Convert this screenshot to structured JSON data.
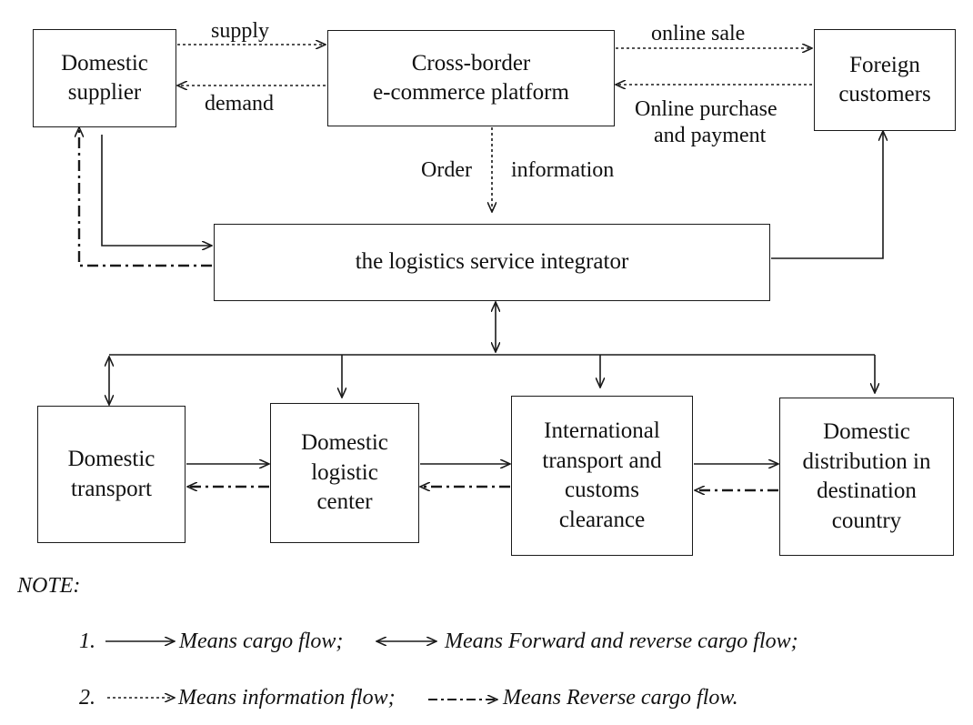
{
  "nodes": {
    "domestic_supplier": [
      "Domestic",
      "supplier"
    ],
    "platform": [
      "Cross-border",
      "e-commerce platform"
    ],
    "foreign_customers": [
      "Foreign",
      "customers"
    ],
    "integrator": [
      "the logistics service integrator"
    ],
    "domestic_transport": [
      "Domestic",
      "transport"
    ],
    "logistic_center": [
      "Domestic",
      "logistic",
      "center"
    ],
    "international": [
      "International",
      "transport and",
      "customs",
      "clearance"
    ],
    "distribution": [
      "Domestic",
      "distribution in",
      "destination",
      "country"
    ]
  },
  "edge_labels": {
    "supply": "supply",
    "demand": "demand",
    "online_sale": "online sale",
    "purchase_line1": "Online purchase",
    "purchase_line2": "and payment",
    "order": "Order",
    "information": "information"
  },
  "note": {
    "title": "NOTE:",
    "line1_num": "1.",
    "cargo": "Means cargo flow;",
    "forward_reverse": "Means Forward and reverse cargo flow;",
    "line2_num": "2.",
    "information": "Means information flow;",
    "reverse": "Means Reverse cargo flow."
  }
}
